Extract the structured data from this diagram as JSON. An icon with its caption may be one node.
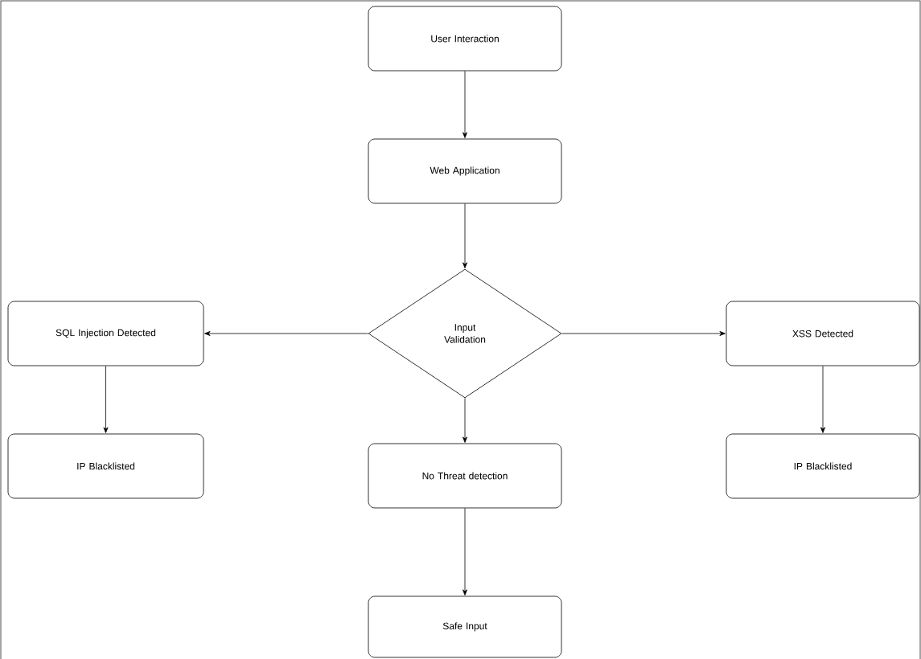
{
  "diagram": {
    "nodes": [
      {
        "text": [
          "User Interaction"
        ]
      },
      {
        "text": [
          "Web Application"
        ]
      },
      {
        "text": [
          "Input Validation"
        ]
      },
      {
        "text": [
          "SQL Injection Detected"
        ]
      },
      {
        "text": [
          "XSS Detected"
        ]
      },
      {
        "text": [
          "IP Blacklisted"
        ]
      },
      {
        "text": [
          "No Threat detection"
        ]
      },
      {
        "text": [
          "IP Blacklisted"
        ]
      },
      {
        "text": [
          "Safe Input"
        ]
      }
    ],
    "edges": [
      {
        "from": 0,
        "to": 1,
        "arrow": "to"
      },
      {
        "from": 1,
        "to": 2,
        "arrow": "to"
      },
      {
        "from": 2,
        "to": 3,
        "arrow": "to"
      },
      {
        "from": 2,
        "to": 4,
        "arrow": "to"
      },
      {
        "from": 3,
        "to": 5,
        "arrow": "to"
      },
      {
        "from": 4,
        "to": 7,
        "arrow": "to"
      },
      {
        "from": 2,
        "to": 6,
        "arrow": "to"
      },
      {
        "from": 6,
        "to": 8,
        "arrow": "to"
      }
    ]
  }
}
